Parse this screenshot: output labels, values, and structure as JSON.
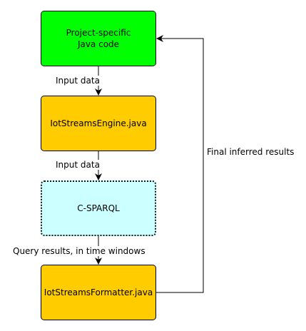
{
  "nodes": [
    {
      "label": "Project-specific\nJava code",
      "fill": "#00ff00"
    },
    {
      "label": "IotStreamsEngine.java",
      "fill": "#ffcc00"
    },
    {
      "label": "C-SPARQL",
      "fill": "#ccffff"
    },
    {
      "label": "IotStreamsFormatter.java",
      "fill": "#ffcc00"
    }
  ],
  "edges": [
    {
      "label": "Input data"
    },
    {
      "label": "Input data"
    },
    {
      "label": "Query results, in time windows"
    },
    {
      "label": "Final inferred results"
    }
  ],
  "colors": {
    "stroke": "#000000",
    "dotted_border": "#1a1a1a"
  }
}
